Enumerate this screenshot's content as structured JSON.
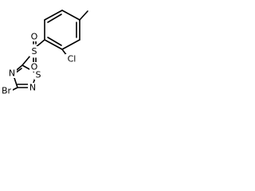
{
  "molecule": {
    "atoms": {
      "s_sulfonyl": "S",
      "o_upper": "O",
      "o_lower": "O",
      "cl": "Cl",
      "s_ring": "S",
      "n_top": "N",
      "n_bottom": "N",
      "br": "Br"
    }
  }
}
